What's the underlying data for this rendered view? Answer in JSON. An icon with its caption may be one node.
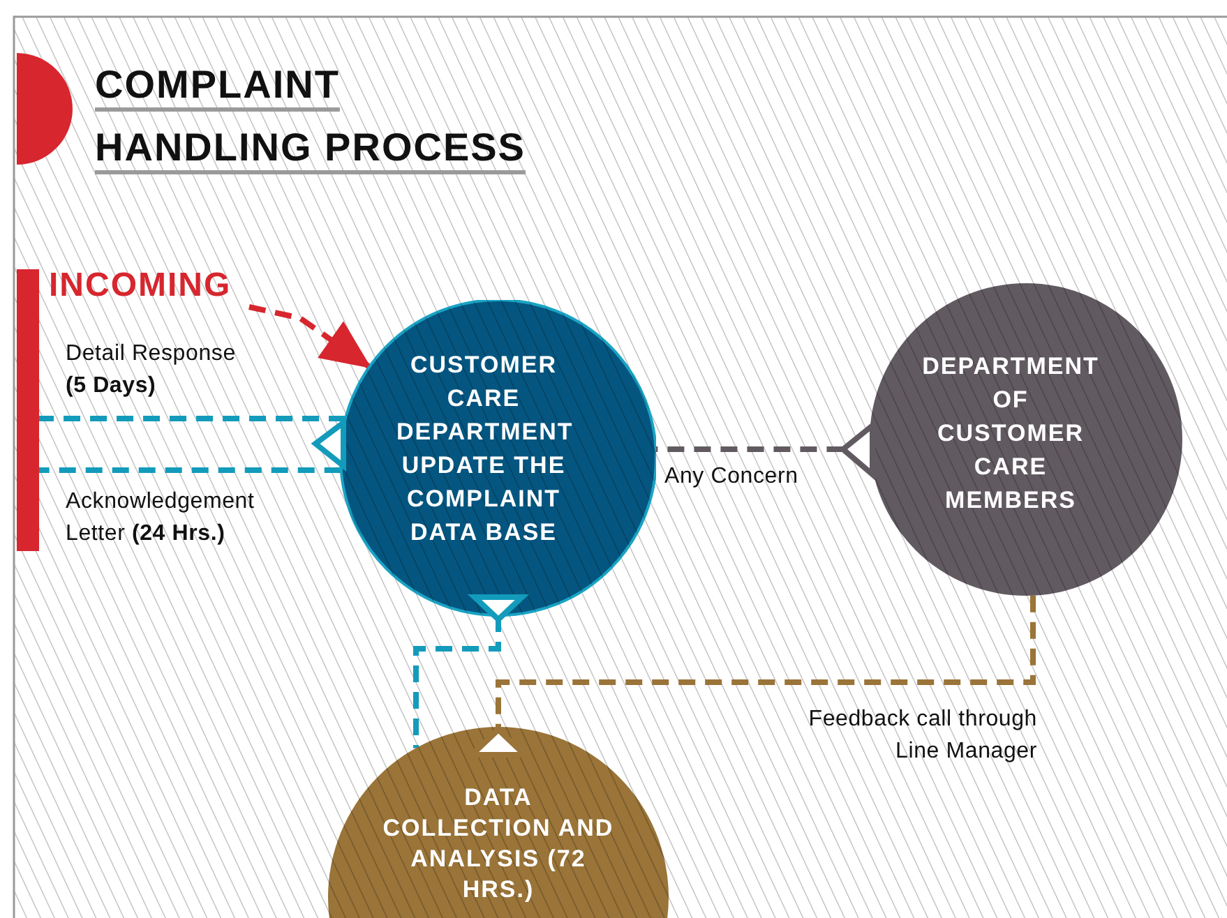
{
  "diagram": {
    "title": "COMPLAINT HANDLING PROCESS",
    "nodes": [
      {
        "text": [
          "INCOMING"
        ]
      },
      {
        "text": [],
        "shape": "bar"
      },
      {
        "text": [
          "CUSTOMER CARE DEPARTMENT UPDATE THE COMPLAINT DATA BASE"
        ]
      },
      {
        "text": [
          "DEPARTMENT OF CUSTOMER CARE MEMBERS"
        ]
      },
      {
        "text": [
          "DATA COLLECTION AND ANALYSIS (72 HRS.)"
        ]
      }
    ],
    "edges": [
      {
        "from": 0,
        "to": 2,
        "arrow": "to",
        "style": "dashed",
        "color": "#d7262e"
      },
      {
        "from": 2,
        "to": 1,
        "arrow": "none",
        "style": "dashed",
        "label": "Detail Response **(5 Days)**"
      },
      {
        "from": 2,
        "to": 1,
        "arrow": "none",
        "style": "dashed",
        "label": "Acknowledgement Letter **(24 Hrs.)**"
      },
      {
        "from": 3,
        "to": 2,
        "arrow": "none",
        "style": "dashed",
        "color": "#625a61",
        "label": "Any Concern"
      },
      {
        "from": 2,
        "to": 4,
        "arrow": "none",
        "style": "dashed"
      },
      {
        "from": 3,
        "to": 4,
        "arrow": "none",
        "style": "dashed",
        "color": "#9a7438",
        "label": "Feedback call through Line Manager"
      }
    ]
  }
}
